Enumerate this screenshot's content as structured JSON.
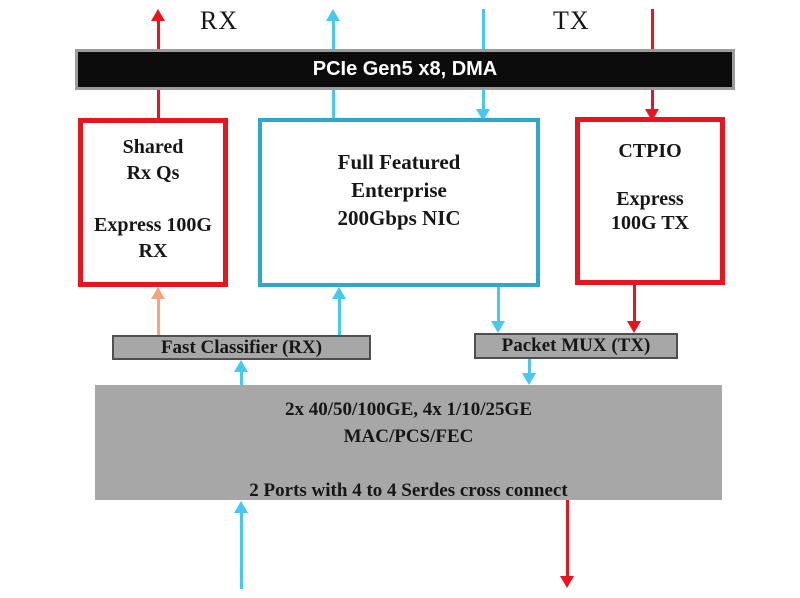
{
  "diagram": {
    "top_labels": {
      "rx": "RX",
      "tx": "TX"
    },
    "pcie_bar": {
      "label": "PCIe Gen5 x8, DMA"
    },
    "boxes": {
      "shared_rx": {
        "lines": [
          "Shared",
          "Rx Qs",
          "",
          "Express 100G",
          "RX"
        ]
      },
      "nic": {
        "lines": [
          "Full Featured",
          "Enterprise",
          "200Gbps NIC"
        ]
      },
      "ctpio": {
        "lines": [
          "CTPIO",
          "",
          "Express",
          "100G TX"
        ]
      },
      "fast_classifier": {
        "label": "Fast Classifier (RX)"
      },
      "packet_mux": {
        "label": "Packet MUX (TX)"
      },
      "mac": {
        "lines": [
          "2x 40/50/100GE, 4x 1/10/25GE",
          "MAC/PCS/FEC",
          "",
          "2 Ports with 4 to 4 Serdes cross connect"
        ]
      }
    },
    "colors": {
      "red": "#e9141d",
      "cyan_arrow": "#45c8f1",
      "teal_border": "#2ea8c9",
      "orange": "#f2a47e",
      "gray_fill": "#a7a7a7",
      "gray_border": "#4f4f4f",
      "bar_bg": "#0c0c0c",
      "bar_border": "#9c9c9c",
      "text": "#161616"
    }
  }
}
